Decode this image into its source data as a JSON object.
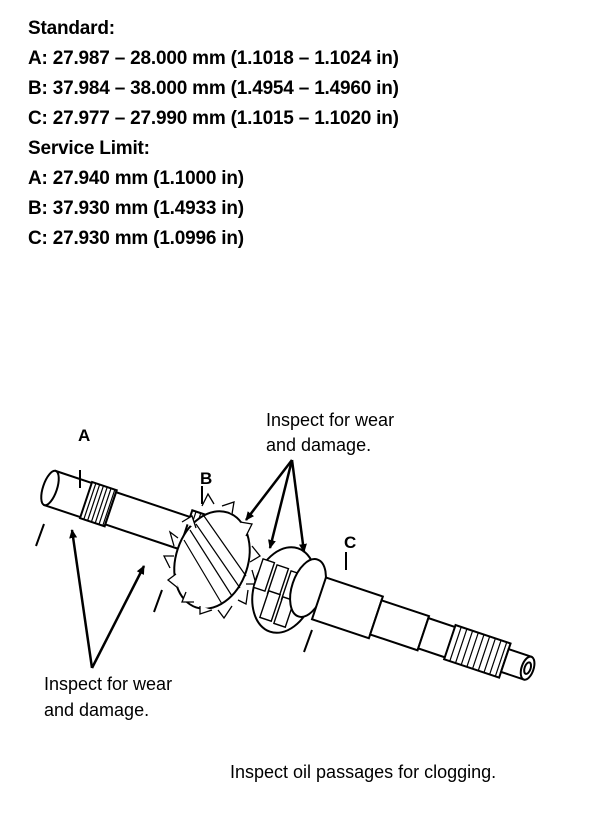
{
  "specs": {
    "standard_heading": "Standard:",
    "standard": [
      "A: 27.987 – 28.000 mm (1.1018 – 1.1024 in)",
      "B: 37.984 – 38.000 mm (1.4954 – 1.4960 in)",
      "C: 27.977 – 27.990 mm (1.1015 – 1.1020 in)"
    ],
    "limit_heading": "Service Limit:",
    "limit": [
      "A: 27.940 mm (1.1000 in)",
      "B: 37.930 mm (1.4933 in)",
      "C: 27.930 mm (1.0996 in)"
    ]
  },
  "diagram": {
    "labels": {
      "a": "A",
      "b": "B",
      "c": "C"
    },
    "callouts": {
      "top_line1": "Inspect for wear",
      "top_line2": "and damage.",
      "left_line1": "Inspect for wear",
      "left_line2": "and damage.",
      "bottom": "Inspect oil passages for clogging."
    }
  }
}
